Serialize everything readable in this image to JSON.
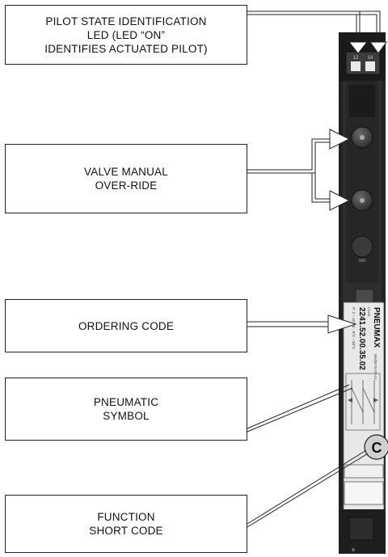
{
  "callouts": [
    {
      "id": "pilot-led",
      "lines": [
        "PILOT STATE IDENTIFICATION",
        "LED (LED “ON”",
        "IDENTIFIES ACTUATED PILOT)"
      ]
    },
    {
      "id": "manual-override",
      "lines": [
        "VALVE MANUAL",
        "OVER-RIDE"
      ]
    },
    {
      "id": "ordering-code",
      "lines": [
        "ORDERING CODE"
      ]
    },
    {
      "id": "pneumatic-symbol",
      "lines": [
        "PNEUMATIC",
        "SYMBOL"
      ]
    },
    {
      "id": "function-short-code",
      "lines": [
        "FUNCTION",
        "SHORT CODE"
      ]
    }
  ],
  "valve": {
    "led_numbers": [
      "12",
      "14"
    ],
    "brand": "PNEUMAX",
    "brand_sub": "MADE IN ITALY",
    "code_label": "CODE",
    "ordering_code": "2241.52.00.35.02",
    "spec_line": "P: 2 ÷ 10 bar - 5°C ÷ 50°C",
    "function_letter": "C"
  },
  "colors": {
    "valve_body": "#2b2b2b",
    "valve_dark": "#1c1c1c",
    "label_bg": "#e8e8e8",
    "line": "#222222"
  }
}
